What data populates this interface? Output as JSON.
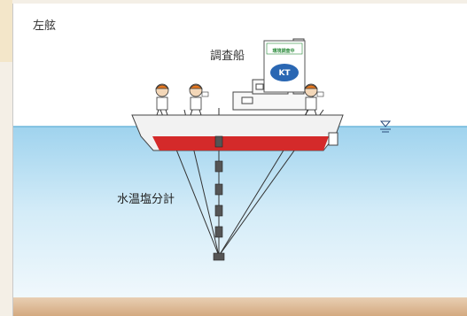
{
  "labels": {
    "side": "左舷",
    "ship": "調査船",
    "sensor": "水温塩分計",
    "sign": "環境調査中"
  },
  "colors": {
    "water_top": "#9fd3ee",
    "water_bottom": "#e9f5fb",
    "seabed": "#d9b593",
    "hull_white": "#f2f2f2",
    "hull_red": "#d42a2a"
  },
  "icons": {
    "water_level": "water-level-marker-icon",
    "logo": "kt-logo-icon"
  }
}
